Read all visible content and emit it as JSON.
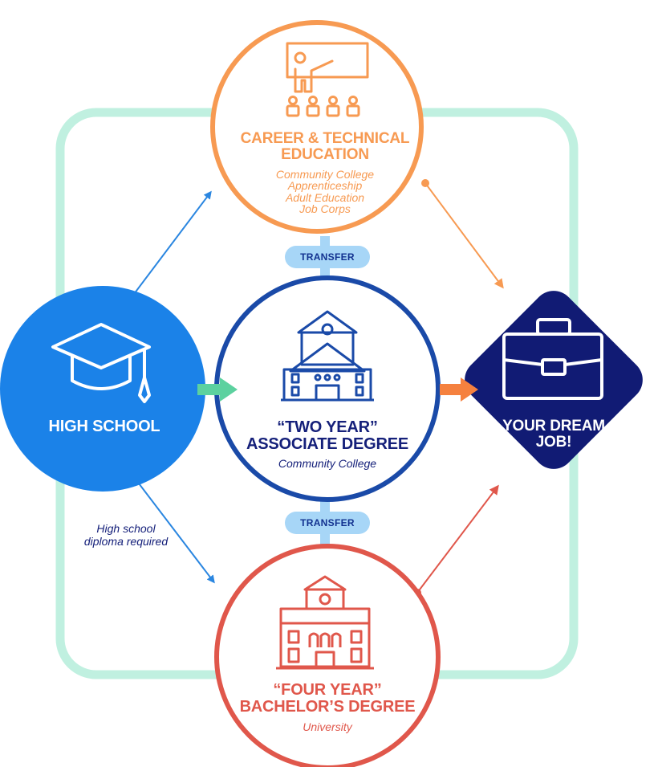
{
  "colors": {
    "frame": "#c0f0e0",
    "career": "#f79a52",
    "associate": "#1a4aa8",
    "bachelor": "#e0574b",
    "highschool": "#1b82e8",
    "job": "#111b74",
    "pill": "#a7d6f7",
    "pill_text": "#12318f",
    "arrow_blue": "#2a86e0",
    "arrow_green": "#5cd19f",
    "arrow_orange": "#f5813f",
    "navy_text": "#15207a"
  },
  "icons": {
    "career": "teacher-presentation-icon",
    "highschool": "graduation-cap-icon",
    "associate": "community-college-building-icon",
    "bachelor": "university-building-icon",
    "job": "briefcase-icon"
  },
  "career": {
    "title_line1": "CAREER & TECHNICAL",
    "title_line2": "EDUCATION",
    "items": [
      "Community College",
      "Apprenticeship",
      "Adult Education",
      "Job Corps"
    ]
  },
  "transfer_top": "TRANSFER",
  "transfer_bottom": "TRANSFER",
  "highschool": {
    "title": "HIGH SCHOOL"
  },
  "associate": {
    "title_line1": "“TWO YEAR”",
    "title_line2": "ASSOCIATE DEGREE",
    "subtitle": "Community College"
  },
  "job": {
    "title_line1": "YOUR DREAM",
    "title_line2": "JOB!"
  },
  "diploma_note": {
    "line1": "High school",
    "line2": "diploma required"
  },
  "bachelor": {
    "title_line1": "“FOUR YEAR”",
    "title_line2": "BACHELOR’S DEGREE",
    "subtitle": "University"
  }
}
